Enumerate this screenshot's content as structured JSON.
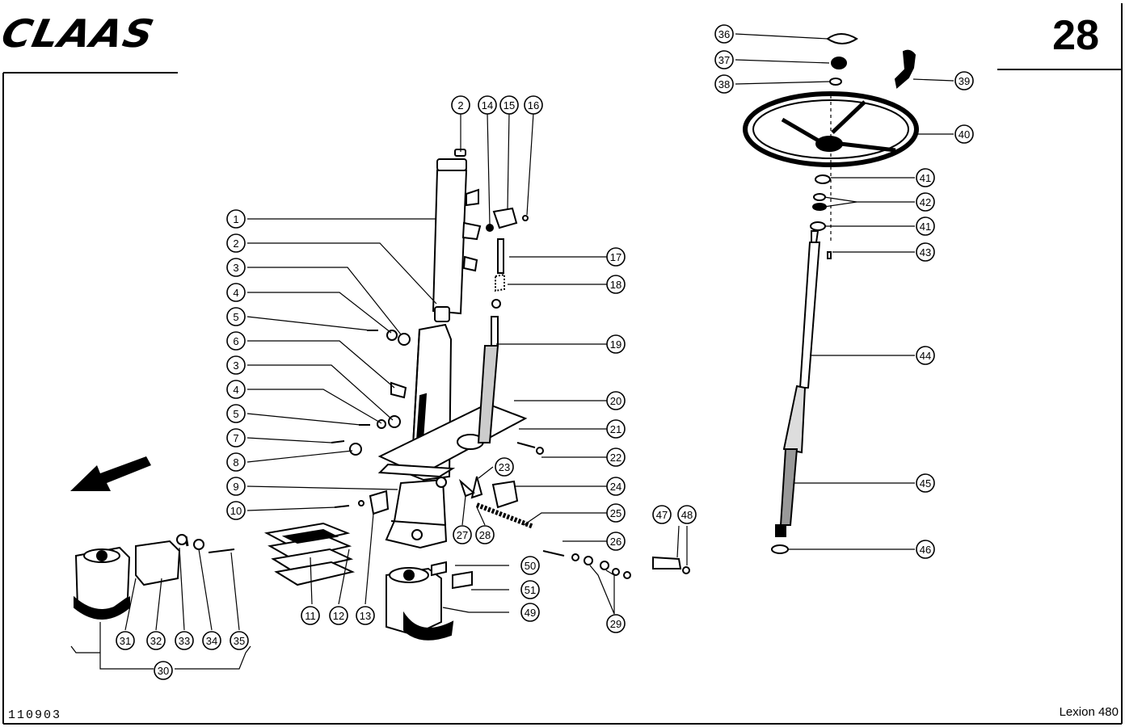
{
  "header": {
    "brand": "CLAAS",
    "page_number": "28"
  },
  "footer": {
    "drawing_id": "110903",
    "model": "Lexion 480"
  },
  "callouts": [
    "1",
    "2",
    "3",
    "4",
    "5",
    "6",
    "7",
    "8",
    "9",
    "10",
    "11",
    "12",
    "13",
    "14",
    "15",
    "16",
    "17",
    "18",
    "19",
    "20",
    "21",
    "22",
    "23",
    "24",
    "25",
    "26",
    "27",
    "28",
    "29",
    "30",
    "31",
    "32",
    "33",
    "34",
    "35",
    "36",
    "37",
    "38",
    "39",
    "40",
    "41",
    "42",
    "43",
    "44",
    "45",
    "46",
    "47",
    "48",
    "49",
    "50",
    "51"
  ]
}
